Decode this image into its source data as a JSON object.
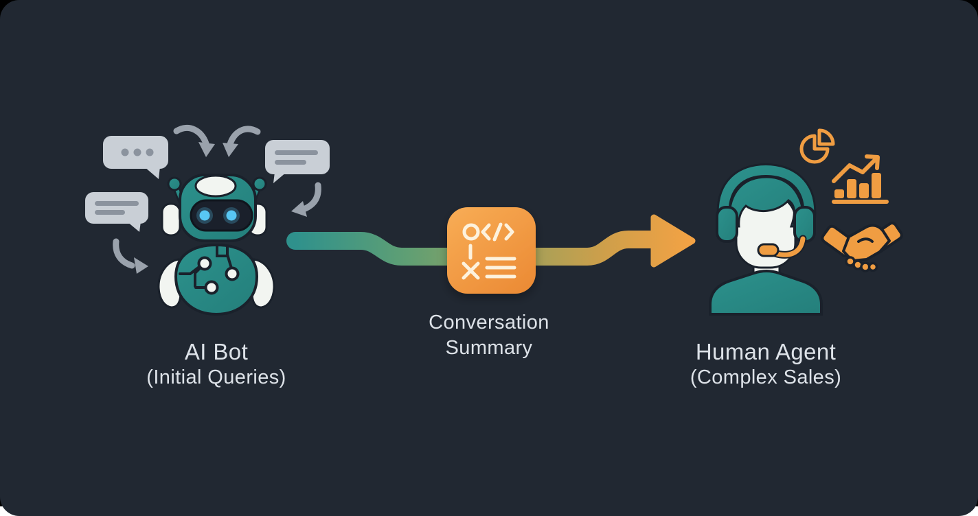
{
  "diagram_title": "ai-to-human-handoff-flow",
  "labels": {
    "ai_bot": {
      "title": "AI Bot",
      "subtitle": "(Initial Queries)"
    },
    "summary": {
      "line1": "Conversation",
      "line2": "Summary"
    },
    "human_agent": {
      "title": "Human Agent",
      "subtitle": "(Complex Sales)"
    }
  },
  "icons": {
    "left_cluster": [
      "chat-bubble-typing-icon",
      "chat-bubble-message-icon",
      "chat-bubble-message-icon",
      "curved-arrow-icon",
      "curved-arrow-icon",
      "curved-arrow-icon",
      "curved-arrow-icon",
      "ai-robot-icon"
    ],
    "center": [
      "summary-box",
      "strategy-icon",
      "code-icon",
      "list-icon"
    ],
    "connector": "gradient-flow-arrow",
    "right_cluster": [
      "support-agent-icon",
      "pie-chart-icon",
      "growth-chart-icon",
      "handshake-icon"
    ]
  },
  "colors": {
    "backdrop": "#000000",
    "backdrop_bottom": "#ffffff",
    "bg": "#212832",
    "text": "#dde2e8",
    "outline": "#1a212b",
    "teal": "#2c918c",
    "teal_dark": "#247f7b",
    "cream": "#f2f5f1",
    "visor": "#1a202b",
    "eye": "#58c7f3",
    "bubble": "#c9cfd6",
    "bubble_detail": "#8b939e",
    "arrow_gray": "#9aa2ac",
    "orange": "#f09d42",
    "box_top": "#f8ad56",
    "box_bottom": "#ec8c36",
    "icon_cream": "#fdf2dd",
    "flow1": "#2f918c",
    "flow2": "#5f9f74",
    "flow3": "#96a15e",
    "flow4": "#cf9f4a",
    "flow5": "#f4a244"
  }
}
